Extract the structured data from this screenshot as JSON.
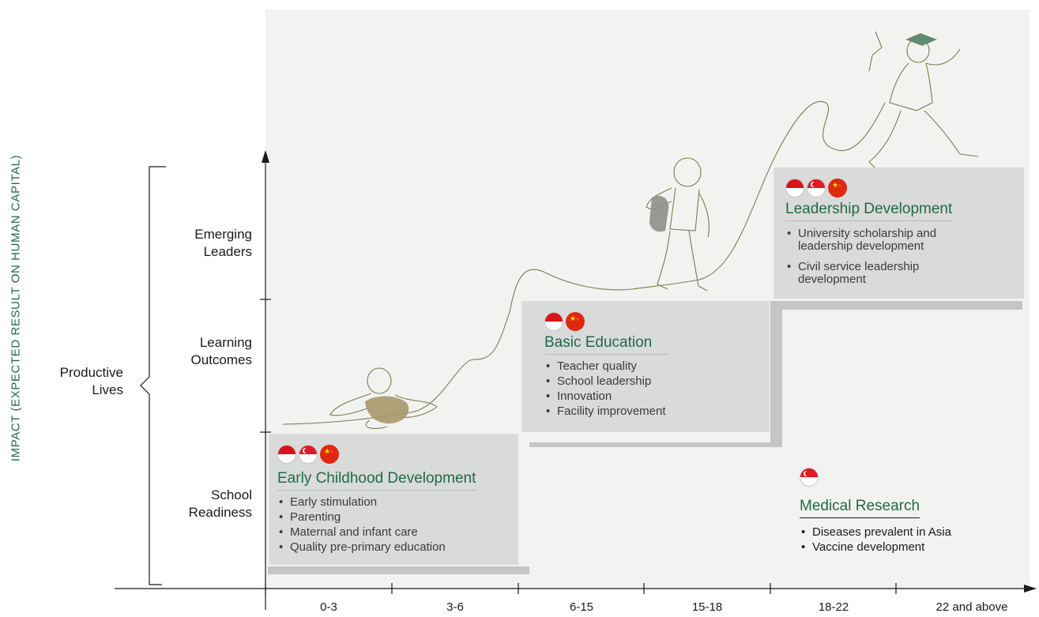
{
  "y_axis_title": "IMPACT (EXPECTED RESULT ON HUMAN CAPITAL)",
  "bracket_label": [
    "Productive",
    "Lives"
  ],
  "levels": [
    {
      "lines": [
        "Emerging",
        "Leaders"
      ]
    },
    {
      "lines": [
        "Learning",
        "Outcomes"
      ]
    },
    {
      "lines": [
        "School",
        "Readiness"
      ]
    }
  ],
  "age_groups": [
    "0-3",
    "3-6",
    "6-15",
    "15-18",
    "18-22",
    "22 and above"
  ],
  "programs": [
    {
      "title": "Early Childhood Development",
      "flags": [
        "indonesia",
        "singapore",
        "china"
      ],
      "items": [
        "Early stimulation",
        "Parenting",
        "Maternal and infant care",
        "Quality pre-primary education"
      ]
    },
    {
      "title": "Basic Education",
      "flags": [
        "indonesia",
        "china"
      ],
      "items": [
        "Teacher quality",
        "School leadership",
        "Innovation",
        "Facility improvement"
      ]
    },
    {
      "title": "Leadership Development",
      "flags": [
        "indonesia",
        "singapore",
        "china"
      ],
      "items": [
        "University scholarship and leadership development",
        "Civil service leadership development"
      ]
    },
    {
      "title": "Medical Research",
      "flags": [
        "singapore"
      ],
      "items": [
        "Diseases prevalent in Asia",
        "Vaccine development"
      ]
    }
  ],
  "colors": {
    "accent_green": "#1f6a47",
    "box_fill": "#d9dada",
    "step_shadow": "#c4c5c4",
    "panel": "#f2f3f1",
    "line_art": "#7d7a52"
  }
}
